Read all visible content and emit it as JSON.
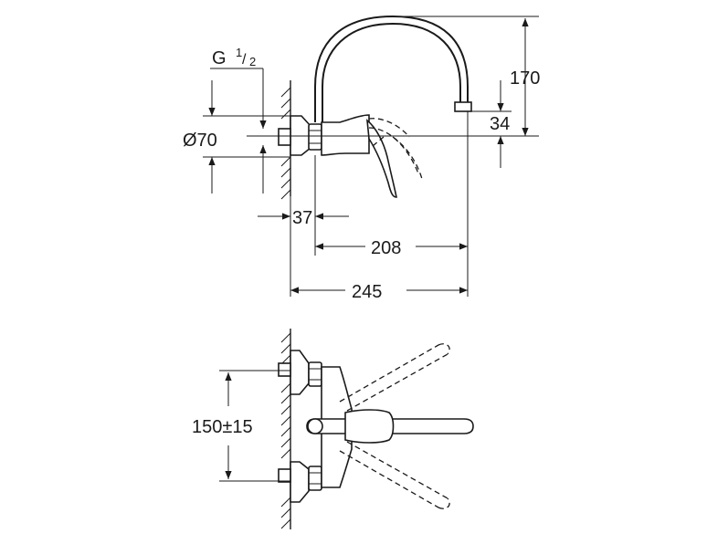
{
  "dimensions": {
    "thread": "G",
    "thread_num": "1",
    "thread_den": "2",
    "diameter": "Ø70",
    "height": "170",
    "outlet_height": "34",
    "wall_offset": "37",
    "spout_reach": "208",
    "total_reach": "245",
    "centers": "150±15"
  },
  "colors": {
    "line": "#1a1a1a",
    "background": "#ffffff"
  }
}
